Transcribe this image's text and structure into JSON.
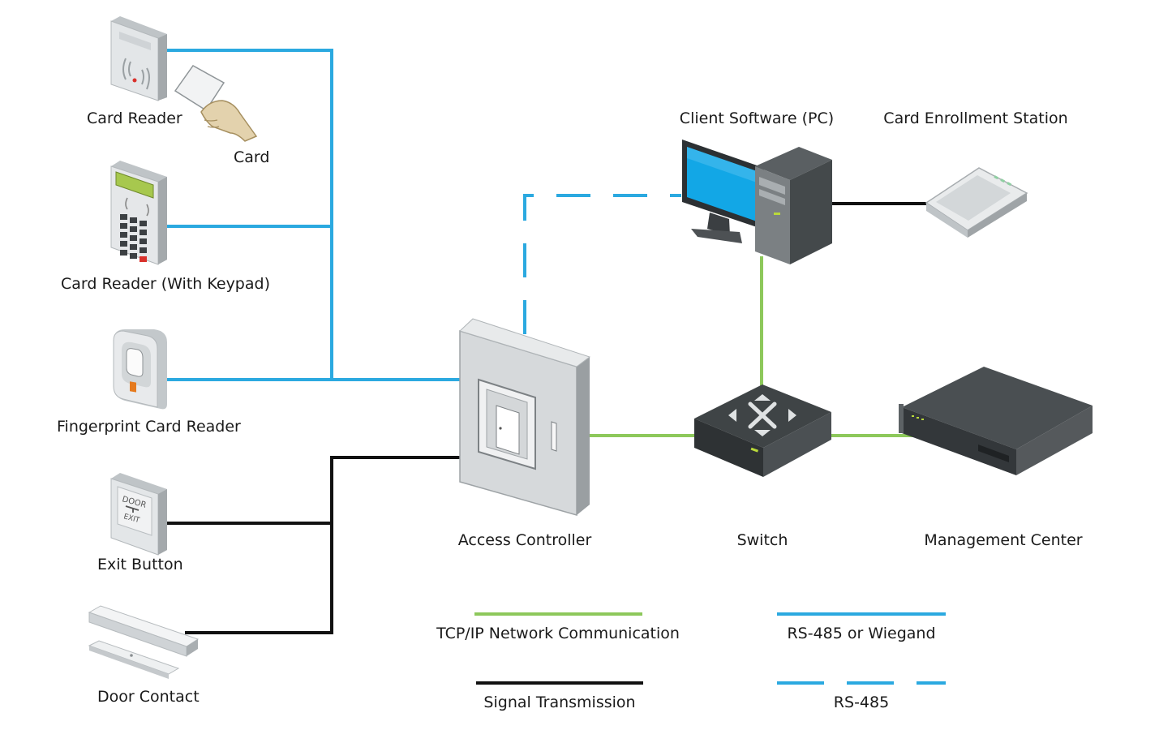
{
  "colors": {
    "tcpip": "#8dc85b",
    "rs485": "#2ba9e0",
    "signal": "#111111",
    "device_light": "#d9dcde",
    "device_mid": "#a7acaf",
    "device_dark": "#44494b",
    "screen": "#12a7e6"
  },
  "devices": {
    "card_reader": "Card Reader",
    "card": "Card",
    "card_reader_keypad": "Card Reader (With Keypad)",
    "fingerprint_reader": "Fingerprint Card Reader",
    "exit_button": "Exit Button",
    "door_contact": "Door Contact",
    "access_controller": "Access Controller",
    "switch": "Switch",
    "management_center": "Management Center",
    "client_software": "Client Software (PC)",
    "card_enrollment": "Card Enrollment Station"
  },
  "device_text": {
    "exit_door": "DOOR",
    "exit_exit": "EXIT"
  },
  "legend": {
    "tcpip": "TCP/IP Network Communication",
    "rs485_wiegand": "RS-485 or Wiegand",
    "signal": "Signal Transmission",
    "rs485": "RS-485"
  },
  "icons": {
    "card_reader": "rfid-reader-icon",
    "card": "hand-card-icon",
    "keypad_reader": "keypad-reader-icon",
    "fingerprint": "fingerprint-reader-icon",
    "exit_button": "exit-button-icon",
    "door_contact": "magnetic-contact-icon",
    "controller": "controller-cabinet-icon",
    "switch": "network-switch-icon",
    "server": "rack-server-icon",
    "pc": "desktop-pc-icon",
    "enrollment": "enrollment-pad-icon"
  }
}
